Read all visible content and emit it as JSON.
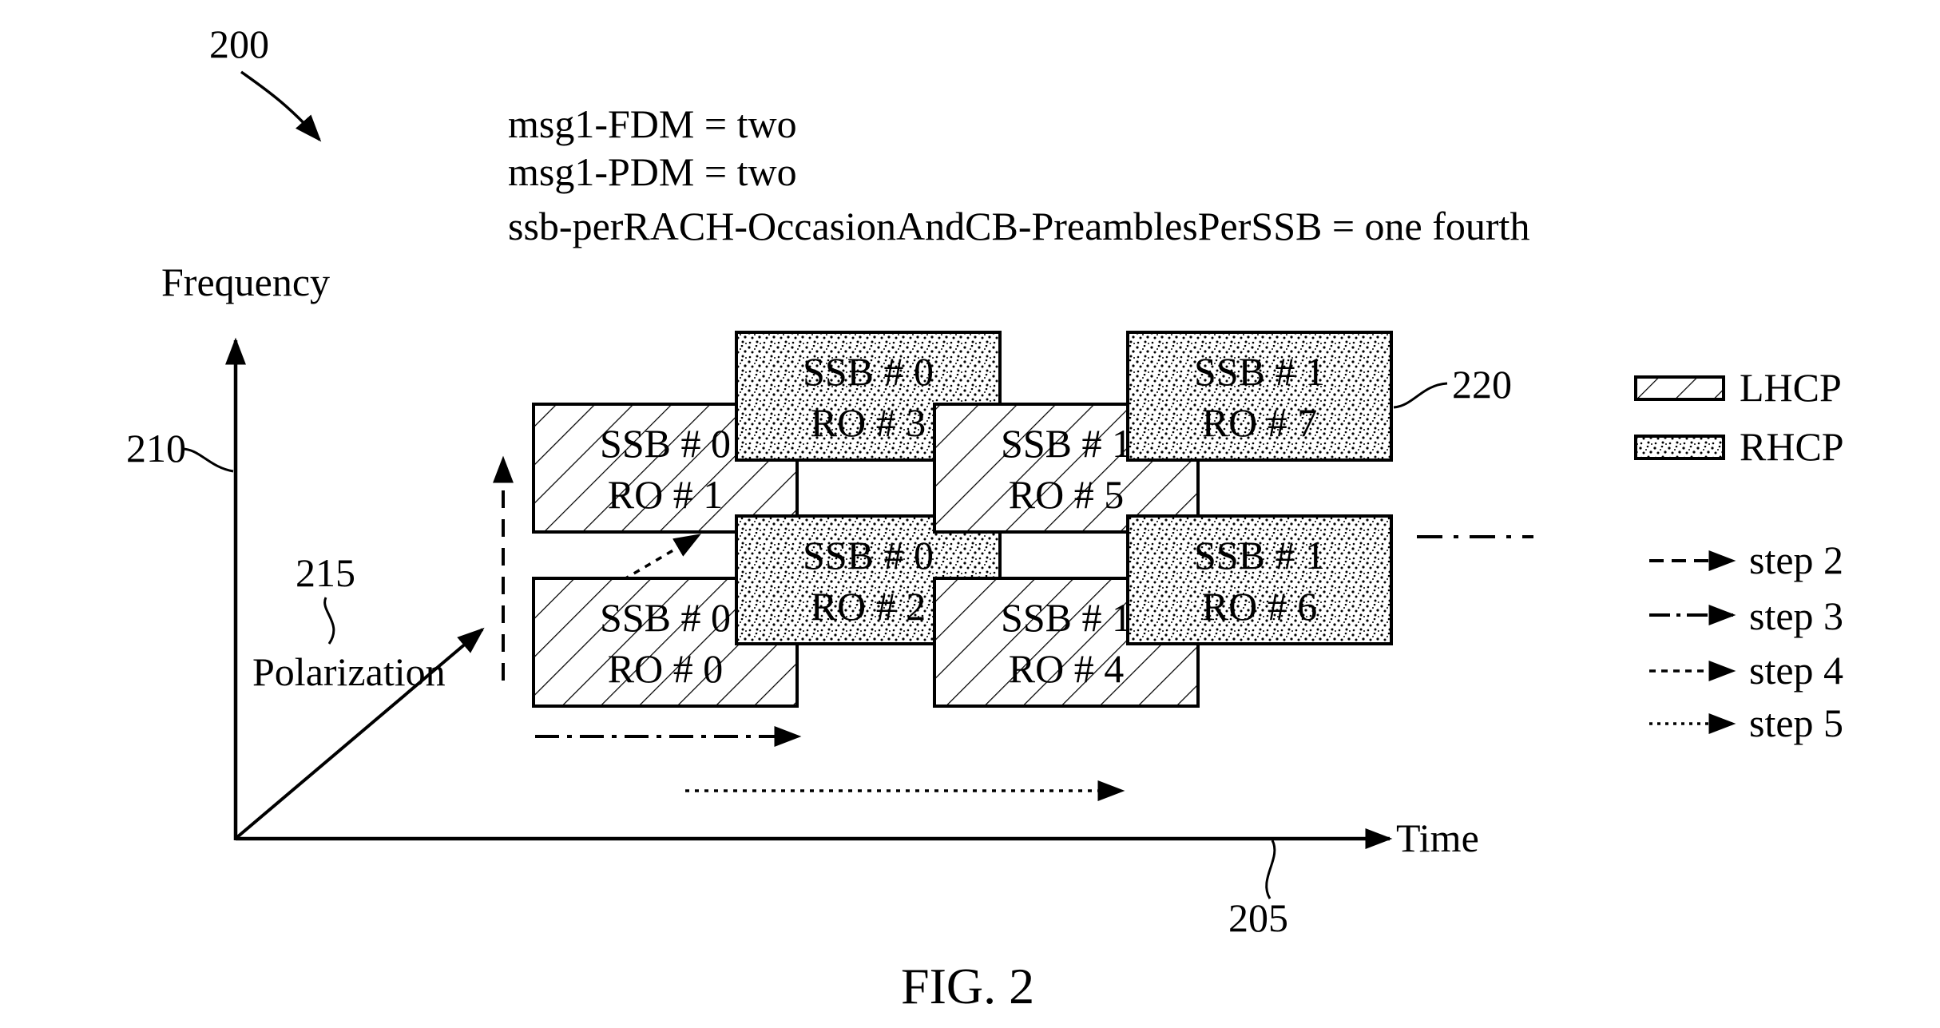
{
  "figure_number": "200",
  "params": {
    "line1": "msg1-FDM = two",
    "line2": "msg1-PDM = two",
    "line3": "ssb-perRACH-OccasionAndCB-PreamblesPerSSB = one fourth"
  },
  "axes": {
    "frequency_label": "Frequency",
    "time_label": "Time",
    "polarization_label": "Polarization",
    "frequency_ref": "210",
    "time_ref": "205",
    "polarization_ref": "215"
  },
  "blocks_ref": "220",
  "blocks": [
    {
      "ssb": "SSB # 0",
      "ro": "RO # 0",
      "polarization": "LHCP"
    },
    {
      "ssb": "SSB # 0",
      "ro": "RO # 1",
      "polarization": "LHCP"
    },
    {
      "ssb": "SSB # 0",
      "ro": "RO # 2",
      "polarization": "RHCP"
    },
    {
      "ssb": "SSB # 0",
      "ro": "RO # 3",
      "polarization": "RHCP"
    },
    {
      "ssb": "SSB # 1",
      "ro": "RO # 4",
      "polarization": "LHCP"
    },
    {
      "ssb": "SSB # 1",
      "ro": "RO # 5",
      "polarization": "LHCP"
    },
    {
      "ssb": "SSB # 1",
      "ro": "RO # 6",
      "polarization": "RHCP"
    },
    {
      "ssb": "SSB # 1",
      "ro": "RO # 7",
      "polarization": "RHCP"
    }
  ],
  "legend": {
    "lhcp": "LHCP",
    "rhcp": "RHCP",
    "step2": "step 2",
    "step3": "step 3",
    "step4": "step 4",
    "step5": "step 5"
  },
  "caption": "FIG. 2"
}
